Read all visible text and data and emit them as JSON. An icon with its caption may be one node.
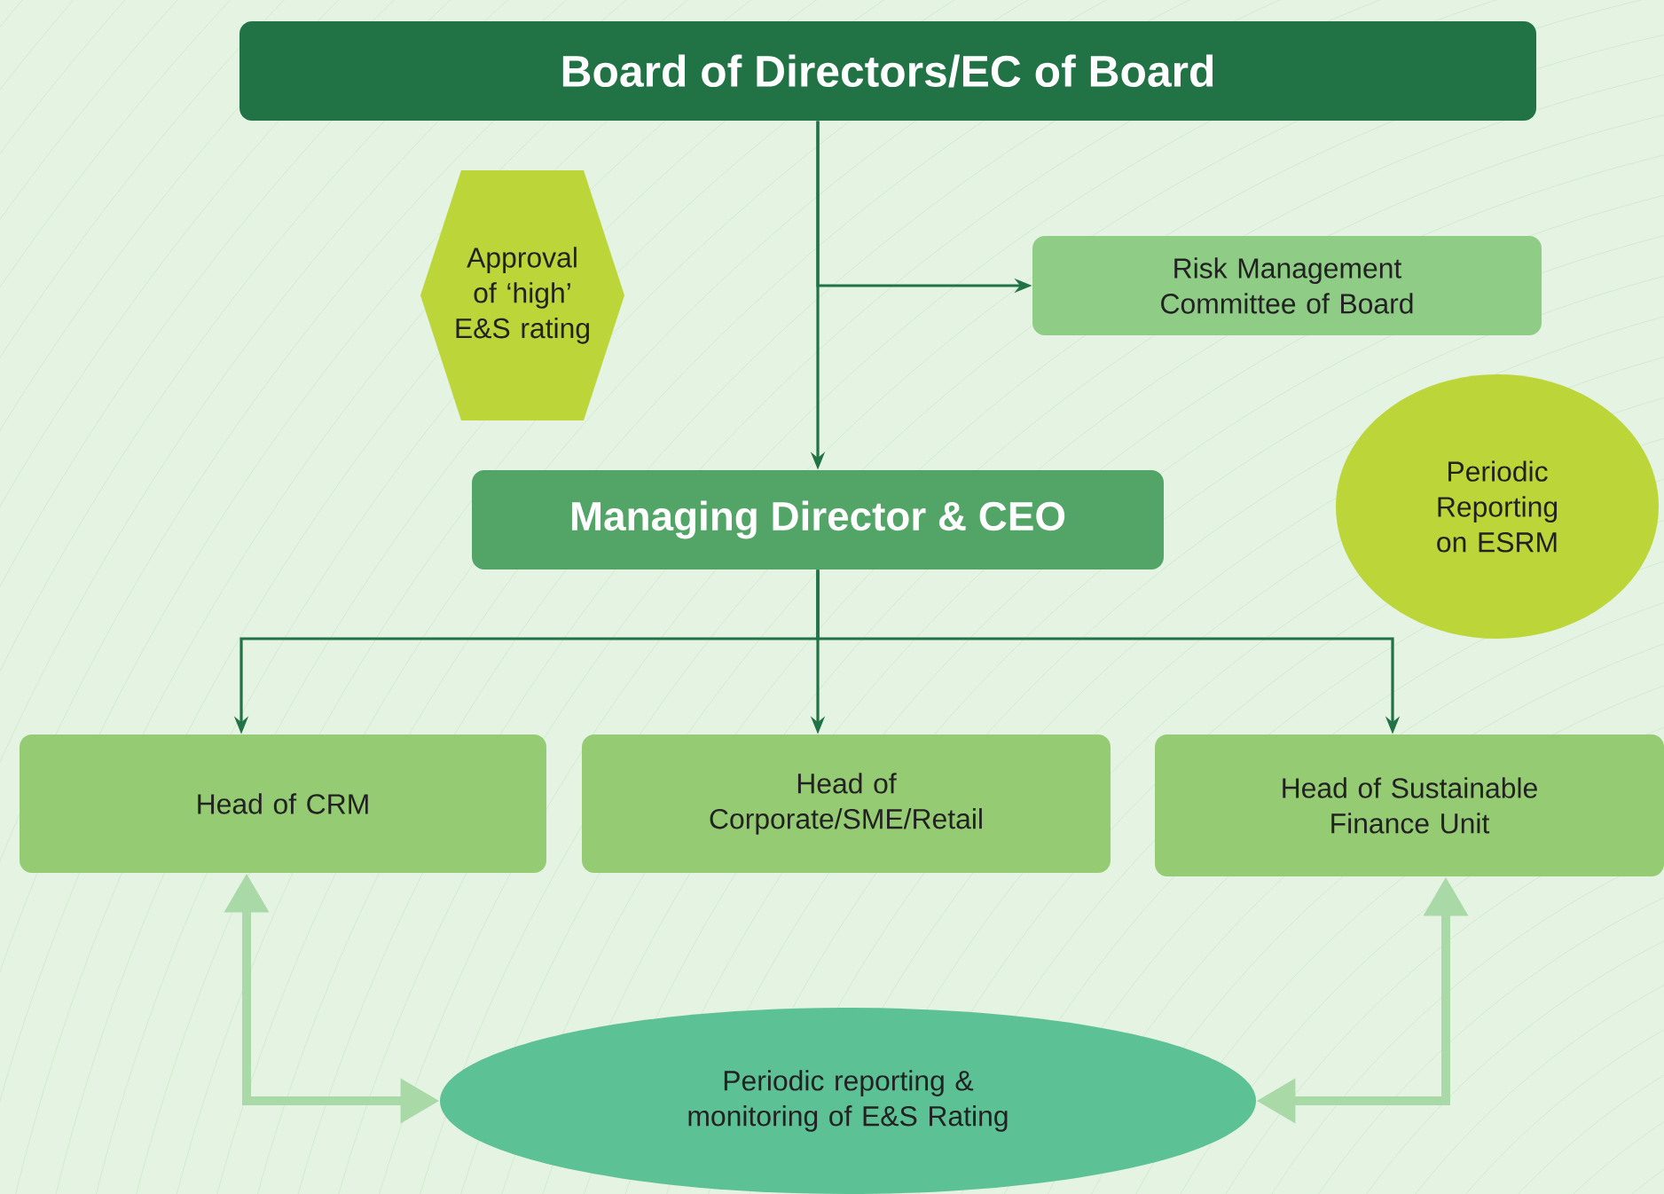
{
  "diagram": {
    "nodes": [
      {
        "text": [
          "Board of Directors/EC of Board"
        ]
      },
      {
        "text": [
          "Approval of ‘high’ E&S rating"
        ]
      },
      {
        "text": [
          "Risk Management Committee of Board"
        ]
      },
      {
        "text": [
          "Managing Director & CEO"
        ]
      },
      {
        "text": [
          "Periodic Reporting on ESRM"
        ]
      },
      {
        "text": [
          "Head of CRM"
        ]
      },
      {
        "text": [
          "Head of Corporate/SME/Retail"
        ]
      },
      {
        "text": [
          "Head of Sustainable Finance Unit"
        ]
      },
      {
        "text": [
          "Periodic reporting & monitoring of E&S Rating"
        ]
      }
    ],
    "edges": [
      {
        "from": 0,
        "to": 3,
        "arrow": "to"
      },
      {
        "from": 0,
        "to": 2,
        "arrow": "to"
      },
      {
        "from": 3,
        "to": 5,
        "arrow": "to"
      },
      {
        "from": 3,
        "to": 6,
        "arrow": "to"
      },
      {
        "from": 3,
        "to": 7,
        "arrow": "to"
      },
      {
        "from": 8,
        "to": 5,
        "arrow": "both",
        "style": "thick",
        "color": "#a9d9a7"
      },
      {
        "from": 8,
        "to": 7,
        "arrow": "both",
        "style": "thick",
        "color": "#a9d9a7"
      }
    ]
  }
}
